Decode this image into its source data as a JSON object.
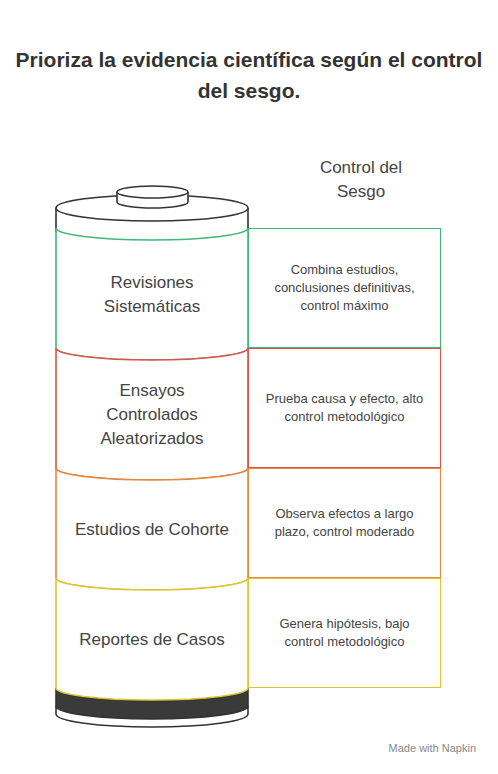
{
  "diagram": {
    "title": "Prioriza la evidencia científica según el control del sesgo.",
    "nodes": [
      {
        "text": [
          "Revisiones Sistemáticas"
        ]
      },
      {
        "text": [
          "Combina estudios, conclusiones definitivas, control máximo"
        ]
      },
      {
        "text": [
          "Ensayos Controlados Aleatorizados"
        ]
      },
      {
        "text": [
          "Prueba causa y efecto, alto control metodológico"
        ]
      },
      {
        "text": [
          "Estudios de Cohorte"
        ]
      },
      {
        "text": [
          "Observa efectos a largo plazo, control moderado"
        ]
      },
      {
        "text": [
          "Reportes de Casos"
        ]
      },
      {
        "text": [
          "Genera hipótesis, bajo control metodológico"
        ]
      }
    ],
    "labels": [
      "Control del Sesgo",
      "Made with Napkin"
    ]
  }
}
